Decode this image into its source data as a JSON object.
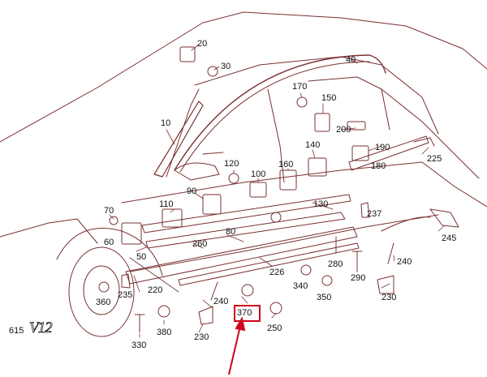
{
  "diagram": {
    "model_code": "615",
    "model_badge": "V12",
    "highlighted_callout": "370",
    "callouts": [
      "20",
      "30",
      "40",
      "10",
      "170",
      "150",
      "200",
      "190",
      "225",
      "120",
      "100",
      "160",
      "140",
      "180",
      "90",
      "110",
      "130",
      "237",
      "70",
      "80",
      "60",
      "260",
      "245",
      "50",
      "240",
      "226",
      "280",
      "290",
      "235",
      "220",
      "340",
      "350",
      "230",
      "360",
      "240",
      "370",
      "250",
      "230",
      "330",
      "380"
    ]
  },
  "colors": {
    "line": "#7a3030",
    "highlight": "#d0021b",
    "label": "#111111"
  }
}
